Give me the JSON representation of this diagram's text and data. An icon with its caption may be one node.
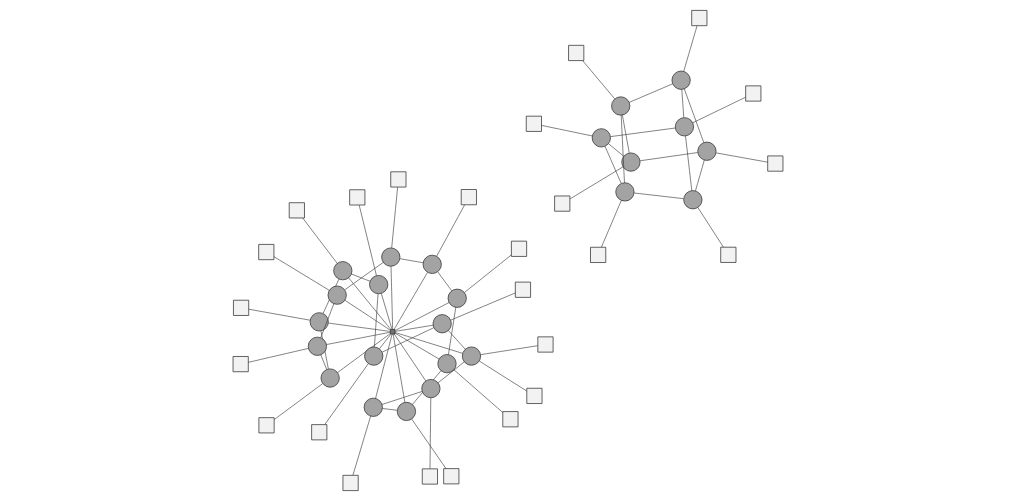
{
  "diagram": {
    "nodes": [
      {
        "text": [],
        "shape": "circle"
      },
      {
        "text": [],
        "shape": "circle"
      },
      {
        "text": [],
        "shape": "circle"
      },
      {
        "text": [],
        "shape": "circle"
      },
      {
        "text": [],
        "shape": "circle"
      },
      {
        "text": [],
        "shape": "circle"
      },
      {
        "text": [],
        "shape": "circle"
      },
      {
        "text": [],
        "shape": "circle"
      },
      {
        "text": [],
        "shape": "box"
      },
      {
        "text": [],
        "shape": "box"
      },
      {
        "text": [],
        "shape": "box"
      },
      {
        "text": [],
        "shape": "box"
      },
      {
        "text": [],
        "shape": "box"
      },
      {
        "text": [],
        "shape": "box"
      },
      {
        "text": [],
        "shape": "box"
      },
      {
        "text": [],
        "shape": "box"
      },
      {
        "text": [],
        "shape": "circle"
      },
      {
        "text": [],
        "shape": "circle"
      },
      {
        "text": [],
        "shape": "circle"
      },
      {
        "text": [],
        "shape": "circle"
      },
      {
        "text": [],
        "shape": "circle"
      },
      {
        "text": [],
        "shape": "circle"
      },
      {
        "text": [],
        "shape": "circle"
      },
      {
        "text": [],
        "shape": "circle"
      },
      {
        "text": [],
        "shape": "circle"
      },
      {
        "text": [],
        "shape": "circle"
      },
      {
        "text": [],
        "shape": "circle"
      },
      {
        "text": [],
        "shape": "circle"
      },
      {
        "text": [],
        "shape": "circle"
      },
      {
        "text": [],
        "shape": "circle"
      },
      {
        "text": [],
        "shape": "circle"
      },
      {
        "text": [],
        "shape": "circle"
      },
      {
        "text": [],
        "shape": "box"
      },
      {
        "text": [],
        "shape": "box"
      },
      {
        "text": [],
        "shape": "box"
      },
      {
        "text": [],
        "shape": "box"
      },
      {
        "text": [],
        "shape": "box"
      },
      {
        "text": [],
        "shape": "box"
      },
      {
        "text": [],
        "shape": "box"
      },
      {
        "text": [],
        "shape": "box"
      },
      {
        "text": [],
        "shape": "box"
      },
      {
        "text": [],
        "shape": "box"
      },
      {
        "text": [],
        "shape": "box"
      },
      {
        "text": [],
        "shape": "box"
      },
      {
        "text": [],
        "shape": "box"
      },
      {
        "text": [],
        "shape": "box"
      },
      {
        "text": [],
        "shape": "box"
      },
      {
        "text": [],
        "shape": "box"
      },
      {
        "text": [],
        "shape": "box"
      },
      {
        "text": [],
        "shape": "box"
      }
    ],
    "edges": [
      {
        "from": 0,
        "to": 1,
        "arrow": "none"
      },
      {
        "from": 1,
        "to": 2,
        "arrow": "none"
      },
      {
        "from": 2,
        "to": 3,
        "arrow": "none"
      },
      {
        "from": 3,
        "to": 4,
        "arrow": "none"
      },
      {
        "from": 4,
        "to": 5,
        "arrow": "none"
      },
      {
        "from": 5,
        "to": 6,
        "arrow": "none"
      },
      {
        "from": 6,
        "to": 7,
        "arrow": "none"
      },
      {
        "from": 7,
        "to": 0,
        "arrow": "none"
      },
      {
        "from": 0,
        "to": 4,
        "arrow": "none"
      },
      {
        "from": 1,
        "to": 5,
        "arrow": "none"
      },
      {
        "from": 2,
        "to": 6,
        "arrow": "none"
      },
      {
        "from": 3,
        "to": 7,
        "arrow": "none"
      },
      {
        "from": 0,
        "to": 8,
        "arrow": "none"
      },
      {
        "from": 1,
        "to": 9,
        "arrow": "none"
      },
      {
        "from": 2,
        "to": 10,
        "arrow": "none"
      },
      {
        "from": 3,
        "to": 11,
        "arrow": "none"
      },
      {
        "from": 4,
        "to": 12,
        "arrow": "none"
      },
      {
        "from": 5,
        "to": 13,
        "arrow": "none"
      },
      {
        "from": 6,
        "to": 14,
        "arrow": "none"
      },
      {
        "from": 7,
        "to": 15,
        "arrow": "none"
      },
      {
        "from": 16,
        "to": 17,
        "arrow": "none"
      },
      {
        "from": 17,
        "to": 18,
        "arrow": "none"
      },
      {
        "from": 18,
        "to": 19,
        "arrow": "none"
      },
      {
        "from": 19,
        "to": 20,
        "arrow": "none"
      },
      {
        "from": 20,
        "to": 21,
        "arrow": "none"
      },
      {
        "from": 21,
        "to": 22,
        "arrow": "none"
      },
      {
        "from": 22,
        "to": 23,
        "arrow": "none"
      },
      {
        "from": 23,
        "to": 24,
        "arrow": "none"
      },
      {
        "from": 24,
        "to": 25,
        "arrow": "none"
      },
      {
        "from": 25,
        "to": 26,
        "arrow": "none"
      },
      {
        "from": 26,
        "to": 27,
        "arrow": "none"
      },
      {
        "from": 27,
        "to": 28,
        "arrow": "none"
      },
      {
        "from": 28,
        "to": 29,
        "arrow": "none"
      },
      {
        "from": 29,
        "to": 30,
        "arrow": "none"
      },
      {
        "from": 30,
        "to": 31,
        "arrow": "none"
      },
      {
        "from": 31,
        "to": 16,
        "arrow": "none"
      },
      {
        "from": 16,
        "to": 32,
        "arrow": "none"
      },
      {
        "from": 17,
        "to": 32,
        "arrow": "none"
      },
      {
        "from": 18,
        "to": 32,
        "arrow": "none"
      },
      {
        "from": 19,
        "to": 32,
        "arrow": "none"
      },
      {
        "from": 20,
        "to": 32,
        "arrow": "none"
      },
      {
        "from": 21,
        "to": 32,
        "arrow": "none"
      },
      {
        "from": 22,
        "to": 32,
        "arrow": "none"
      },
      {
        "from": 23,
        "to": 32,
        "arrow": "none"
      },
      {
        "from": 24,
        "to": 32,
        "arrow": "none"
      },
      {
        "from": 25,
        "to": 32,
        "arrow": "none"
      },
      {
        "from": 26,
        "to": 32,
        "arrow": "none"
      },
      {
        "from": 27,
        "to": 32,
        "arrow": "none"
      },
      {
        "from": 28,
        "to": 32,
        "arrow": "none"
      },
      {
        "from": 29,
        "to": 32,
        "arrow": "none"
      },
      {
        "from": 30,
        "to": 32,
        "arrow": "none"
      },
      {
        "from": 31,
        "to": 32,
        "arrow": "none"
      },
      {
        "from": 16,
        "to": 33,
        "arrow": "none"
      },
      {
        "from": 17,
        "to": 34,
        "arrow": "none"
      },
      {
        "from": 18,
        "to": 35,
        "arrow": "none"
      },
      {
        "from": 19,
        "to": 36,
        "arrow": "none"
      },
      {
        "from": 20,
        "to": 37,
        "arrow": "none"
      },
      {
        "from": 21,
        "to": 38,
        "arrow": "none"
      },
      {
        "from": 22,
        "to": 39,
        "arrow": "none"
      },
      {
        "from": 23,
        "to": 40,
        "arrow": "none"
      },
      {
        "from": 24,
        "to": 41,
        "arrow": "none"
      },
      {
        "from": 25,
        "to": 42,
        "arrow": "none"
      },
      {
        "from": 26,
        "to": 43,
        "arrow": "none"
      },
      {
        "from": 27,
        "to": 44,
        "arrow": "none"
      },
      {
        "from": 28,
        "to": 45,
        "arrow": "none"
      },
      {
        "from": 28,
        "to": 46,
        "arrow": "none"
      },
      {
        "from": 29,
        "to": 47,
        "arrow": "none"
      },
      {
        "from": 30,
        "to": 48,
        "arrow": "none"
      },
      {
        "from": 31,
        "to": 49,
        "arrow": "none"
      }
    ]
  }
}
